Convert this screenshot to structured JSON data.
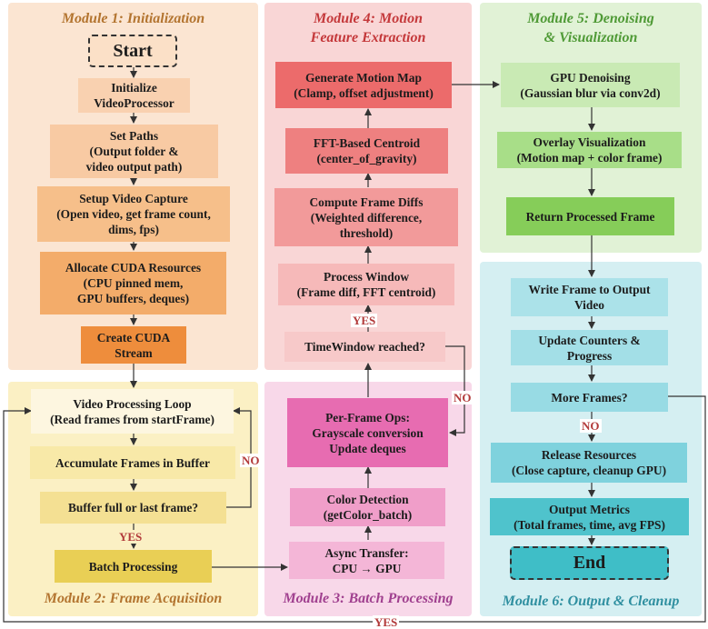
{
  "modules": {
    "m1": {
      "title": "Module 1: Initialization",
      "color": "#b3742f"
    },
    "m2": {
      "title": "Module 2: Frame Acquisition",
      "color": "#b3742f"
    },
    "m3": {
      "title": "Module 3: Batch Processing",
      "color": "#a0408f"
    },
    "m4": {
      "title_line1": "Module 4: Motion",
      "title_line2": "Feature Extraction",
      "color": "#c4383a"
    },
    "m5": {
      "title_line1": "Module 5: Denoising",
      "title_line2": "& Visualization",
      "color": "#4f9a36"
    },
    "m6": {
      "title": "Module 6: Output & Cleanup",
      "color": "#2f8fa0"
    }
  },
  "nodes": {
    "start": "Start",
    "init": "Initialize\nVideoProcessor",
    "set_paths": "Set Paths\n(Output folder &\nvideo output path)",
    "setup_capture": "Setup Video Capture\n(Open video, get frame count,\ndims, fps)",
    "alloc_cuda": "Allocate CUDA Resources\n(CPU pinned mem,\nGPU buffers, deques)",
    "create_stream": "Create CUDA\nStream",
    "loop": "Video Processing Loop\n(Read frames from startFrame)",
    "accumulate": "Accumulate Frames in Buffer",
    "buffer_full": "Buffer full or last frame?",
    "batch": "Batch Processing",
    "async_transfer": "Async Transfer:\nCPU → GPU",
    "color_detect": "Color Detection\n(getColor_batch)",
    "per_frame": "Per-Frame Ops:\nGrayscale conversion\nUpdate deques",
    "time_window": "TimeWindow reached?",
    "process_window": "Process Window\n(Frame diff, FFT centroid)",
    "frame_diffs": "Compute Frame Diffs\n(Weighted difference,\nthreshold)",
    "fft_centroid": "FFT-Based Centroid\n(center_of_gravity)",
    "motion_map": "Generate Motion Map\n(Clamp, offset adjustment)",
    "gpu_denoise": "GPU Denoising\n(Gaussian blur via conv2d)",
    "overlay": "Overlay Visualization\n(Motion map + color frame)",
    "return_frame": "Return Processed Frame",
    "write_frame": "Write Frame to Output\nVideo",
    "update_counters": "Update Counters &\nProgress",
    "more_frames": "More Frames?",
    "release": "Release Resources\n(Close capture, cleanup GPU)",
    "metrics": "Output Metrics\n(Total frames, time, avg FPS)",
    "end": "End"
  },
  "labels": {
    "no_buffer": "NO",
    "yes_buffer": "YES",
    "yes_window": "YES",
    "no_window": "NO",
    "no_more": "NO",
    "yes_more": "YES"
  },
  "colors": {
    "m1_panel": "#fbe5d2",
    "m2_panel": "#fbf0c4",
    "m3_panel": "#f8d8e9",
    "m4_panel": "#f9d6d6",
    "m5_panel": "#e1f2d6",
    "m6_panel": "#d5eff2",
    "arrow": "#333333"
  }
}
